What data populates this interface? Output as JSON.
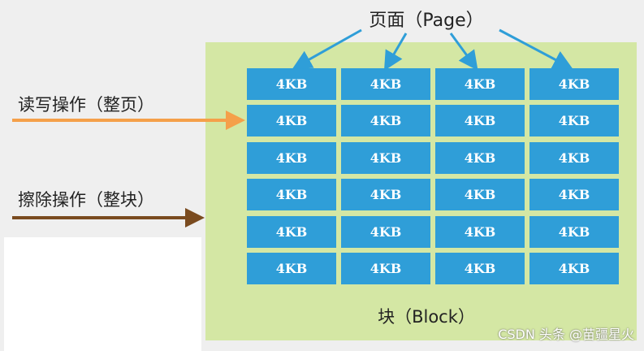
{
  "labels": {
    "page": "页面（Page）",
    "block": "块（Block）",
    "read_write": "读写操作（整页）",
    "erase": "擦除操作（整块）"
  },
  "cell_label": "4KB",
  "grid": {
    "rows": 6,
    "cols": 4
  },
  "colors": {
    "block_bg": "#d4e7a4",
    "cell_bg": "#2f9ed8",
    "page_arrows": "#2f9ed8",
    "read_write_arrow": "#f5a04a",
    "erase_arrow": "#7a4b1f"
  },
  "watermark": "CSDN 头条 @苗疆星火"
}
